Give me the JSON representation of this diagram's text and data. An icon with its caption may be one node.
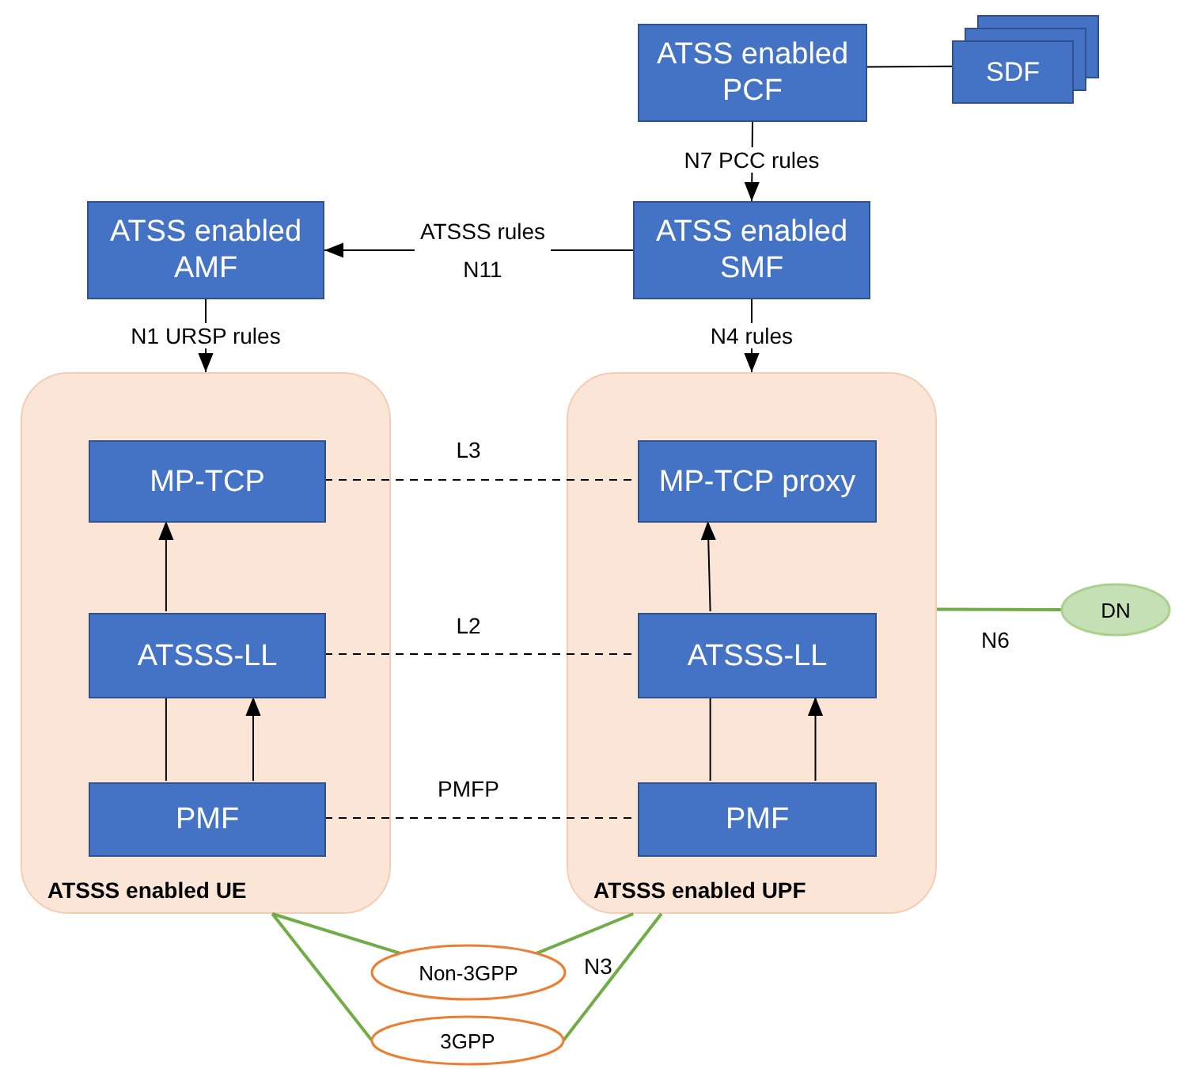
{
  "diagram": {
    "nodes": [
      {
        "text": [
          "ATSS enabled PCF"
        ]
      },
      {
        "text": [
          "SDF"
        ]
      },
      {
        "text": [
          "ATSS enabled AMF"
        ]
      },
      {
        "text": [
          "ATSS enabled SMF"
        ]
      },
      {
        "text": [
          "ATSSS enabled UE"
        ]
      },
      {
        "text": [
          "MP-TCP"
        ],
        "in": 4
      },
      {
        "text": [
          "ATSSS-LL"
        ],
        "in": 4
      },
      {
        "text": [
          "PMF"
        ],
        "in": 4
      },
      {
        "text": [
          "ATSSS enabled UPF"
        ]
      },
      {
        "text": [
          "MP-TCP proxy"
        ],
        "in": 8
      },
      {
        "text": [
          "ATSSS-LL"
        ],
        "in": 8
      },
      {
        "text": [
          "PMF"
        ],
        "in": 8
      },
      {
        "text": [
          "DN"
        ]
      },
      {
        "text": [
          "Non-3GPP"
        ]
      },
      {
        "text": [
          "3GPP"
        ]
      }
    ],
    "edges": [
      {
        "from": 0,
        "to": 1,
        "arrow": "none"
      },
      {
        "from": 0,
        "to": 3,
        "arrow": "to",
        "label": "N7 PCC rules"
      },
      {
        "from": 3,
        "to": 2,
        "arrow": "to",
        "label": "ATSSS rules N11"
      },
      {
        "from": 2,
        "to": 4,
        "arrow": "to",
        "label": "N1 URSP rules"
      },
      {
        "from": 3,
        "to": 8,
        "arrow": "to",
        "label": "N4 rules"
      },
      {
        "from": 6,
        "to": 5,
        "arrow": "to"
      },
      {
        "from": 7,
        "to": 6,
        "arrow": "none"
      },
      {
        "from": 7,
        "to": 6,
        "arrow": "to"
      },
      {
        "from": 10,
        "to": 9,
        "arrow": "to"
      },
      {
        "from": 11,
        "to": 10,
        "arrow": "none"
      },
      {
        "from": 11,
        "to": 10,
        "arrow": "to"
      },
      {
        "from": 5,
        "to": 9,
        "arrow": "none",
        "style": "dashed",
        "label": "L3"
      },
      {
        "from": 6,
        "to": 10,
        "arrow": "none",
        "style": "dashed",
        "label": "L2"
      },
      {
        "from": 7,
        "to": 11,
        "arrow": "none",
        "style": "dashed",
        "label": "PMFP"
      },
      {
        "from": 8,
        "to": 12,
        "arrow": "none",
        "color": "#70ad47",
        "label": "N6"
      },
      {
        "from": 4,
        "to": 13,
        "arrow": "none",
        "color": "#70ad47"
      },
      {
        "from": 4,
        "to": 14,
        "arrow": "none",
        "color": "#70ad47"
      },
      {
        "from": 8,
        "to": 13,
        "arrow": "none",
        "color": "#70ad47",
        "label": "N3"
      },
      {
        "from": 8,
        "to": 14,
        "arrow": "none",
        "color": "#70ad47"
      }
    ]
  }
}
